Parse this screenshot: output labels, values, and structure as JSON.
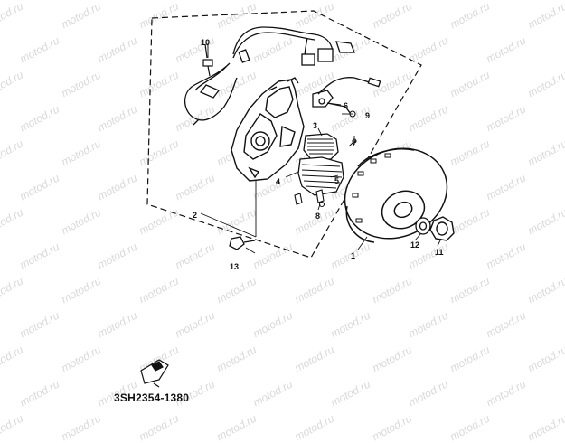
{
  "diagram": {
    "part_labels": [
      "1",
      "2",
      "3",
      "4",
      "5",
      "6",
      "7",
      "8",
      "9",
      "10",
      "11",
      "12",
      "13"
    ],
    "code": "3SH2354-1380"
  },
  "watermark": {
    "text": "motod.ru",
    "color": "#d9d9d9"
  },
  "colors": {
    "ink": "#111111",
    "background": "#ffffff"
  }
}
